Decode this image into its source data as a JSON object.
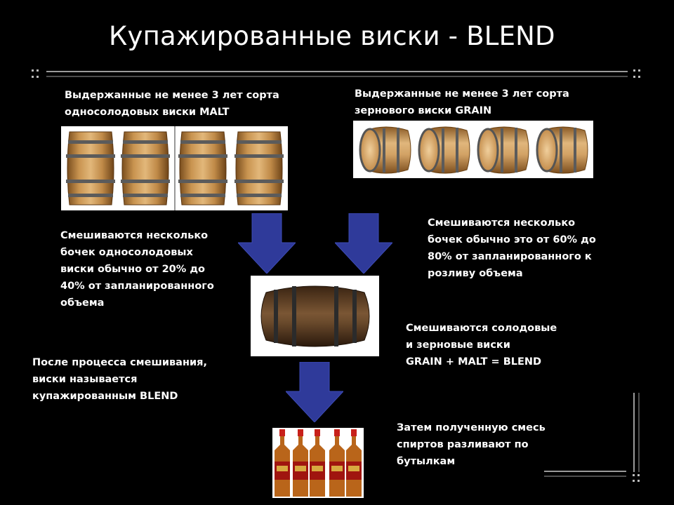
{
  "title": "Купажированные виски - BLEND",
  "malt": {
    "line1": "Выдержанные не менее 3 лет сорта",
    "line2": "односолодовых виски MALT",
    "image_icon": "upright-oak-barrels"
  },
  "grain": {
    "line1": "Выдержанные не менее 3 лет сорта",
    "line2": "зернового виски GRAIN",
    "image_icon": "lying-oak-barrels"
  },
  "malt_mix": {
    "line1": "Смешиваются несколько",
    "line2": "бочек односолодовых",
    "line3": "виски обычно от 20% до",
    "line4": "40% от запланированного",
    "line5": "объема"
  },
  "grain_mix": {
    "line1": "Смешиваются несколько",
    "line2": "бочек обычно это от 60% до",
    "line3": "80% от запланированного к",
    "line4": "розливу объема"
  },
  "blend_mix": {
    "line1": "Смешиваются солодовые",
    "line2": "и зерновые виски",
    "line3": "GRAIN + MALT = BLEND"
  },
  "after": {
    "line1": "После процесса смешивания,",
    "line2": "виски называется",
    "line3": "купажированным BLEND"
  },
  "bottling": {
    "line1": "Затем полученную смесь",
    "line2": "спиртов разливают по",
    "line3": "бутылкам"
  },
  "colors": {
    "background": "#000000",
    "arrow": "#2f3a9a",
    "text": "#ffffff",
    "decor_lines": "#9a9a9a"
  }
}
